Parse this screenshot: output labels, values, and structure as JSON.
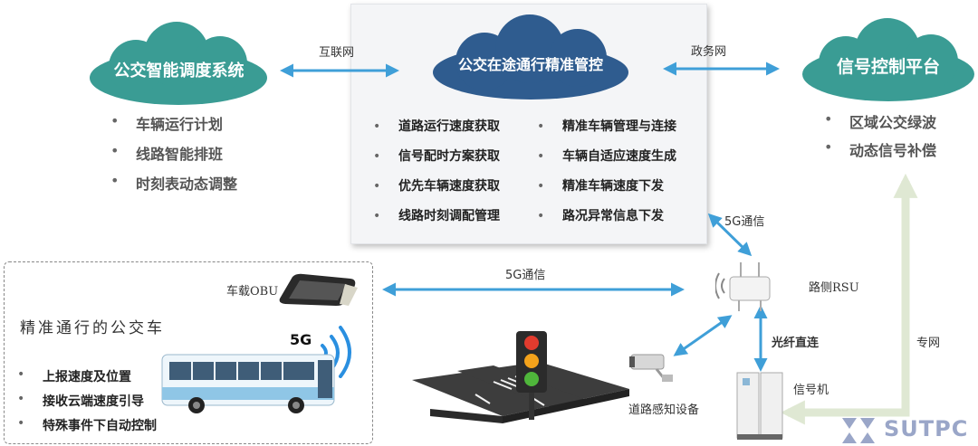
{
  "left_system": {
    "title": "公交智能调度系统",
    "items": [
      "车辆运行计划",
      "线路智能排班",
      "时刻表动态调整"
    ]
  },
  "center_system": {
    "title": "公交在途通行精准管控",
    "items_left": [
      "道路运行速度获取",
      "信号配时方案获取",
      "优先车辆速度获取",
      "线路时刻调配管理"
    ],
    "items_right": [
      "精准车辆管理与连接",
      "车辆自适应速度生成",
      "精准车辆速度下发",
      "路况异常信息下发"
    ]
  },
  "right_system": {
    "title": "信号控制平台",
    "items": [
      "区域公交绿波",
      "动态信号补偿"
    ]
  },
  "links": {
    "internet": "互联网",
    "gov_network": "政务网",
    "fiveg_top": "5G通信",
    "fiveg_mid": "5G通信",
    "fiber": "光纤直连",
    "dedicated": "专网"
  },
  "devices": {
    "obu": "车载OBU",
    "rsu": "路侧RSU",
    "sensor": "道路感知设备",
    "signal_machine": "信号机",
    "fiveg_badge": "5G"
  },
  "bus_panel": {
    "title": "精准通行的公交车",
    "items": [
      "上报速度及位置",
      "接收云端速度引导",
      "特殊事件下自动控制"
    ]
  },
  "watermark": "SUTPC",
  "colors": {
    "teal": "#3a9c94",
    "navy": "#2f5c8f",
    "arrow": "#3f9fd8",
    "green_arrow": "#dfe8d3"
  }
}
